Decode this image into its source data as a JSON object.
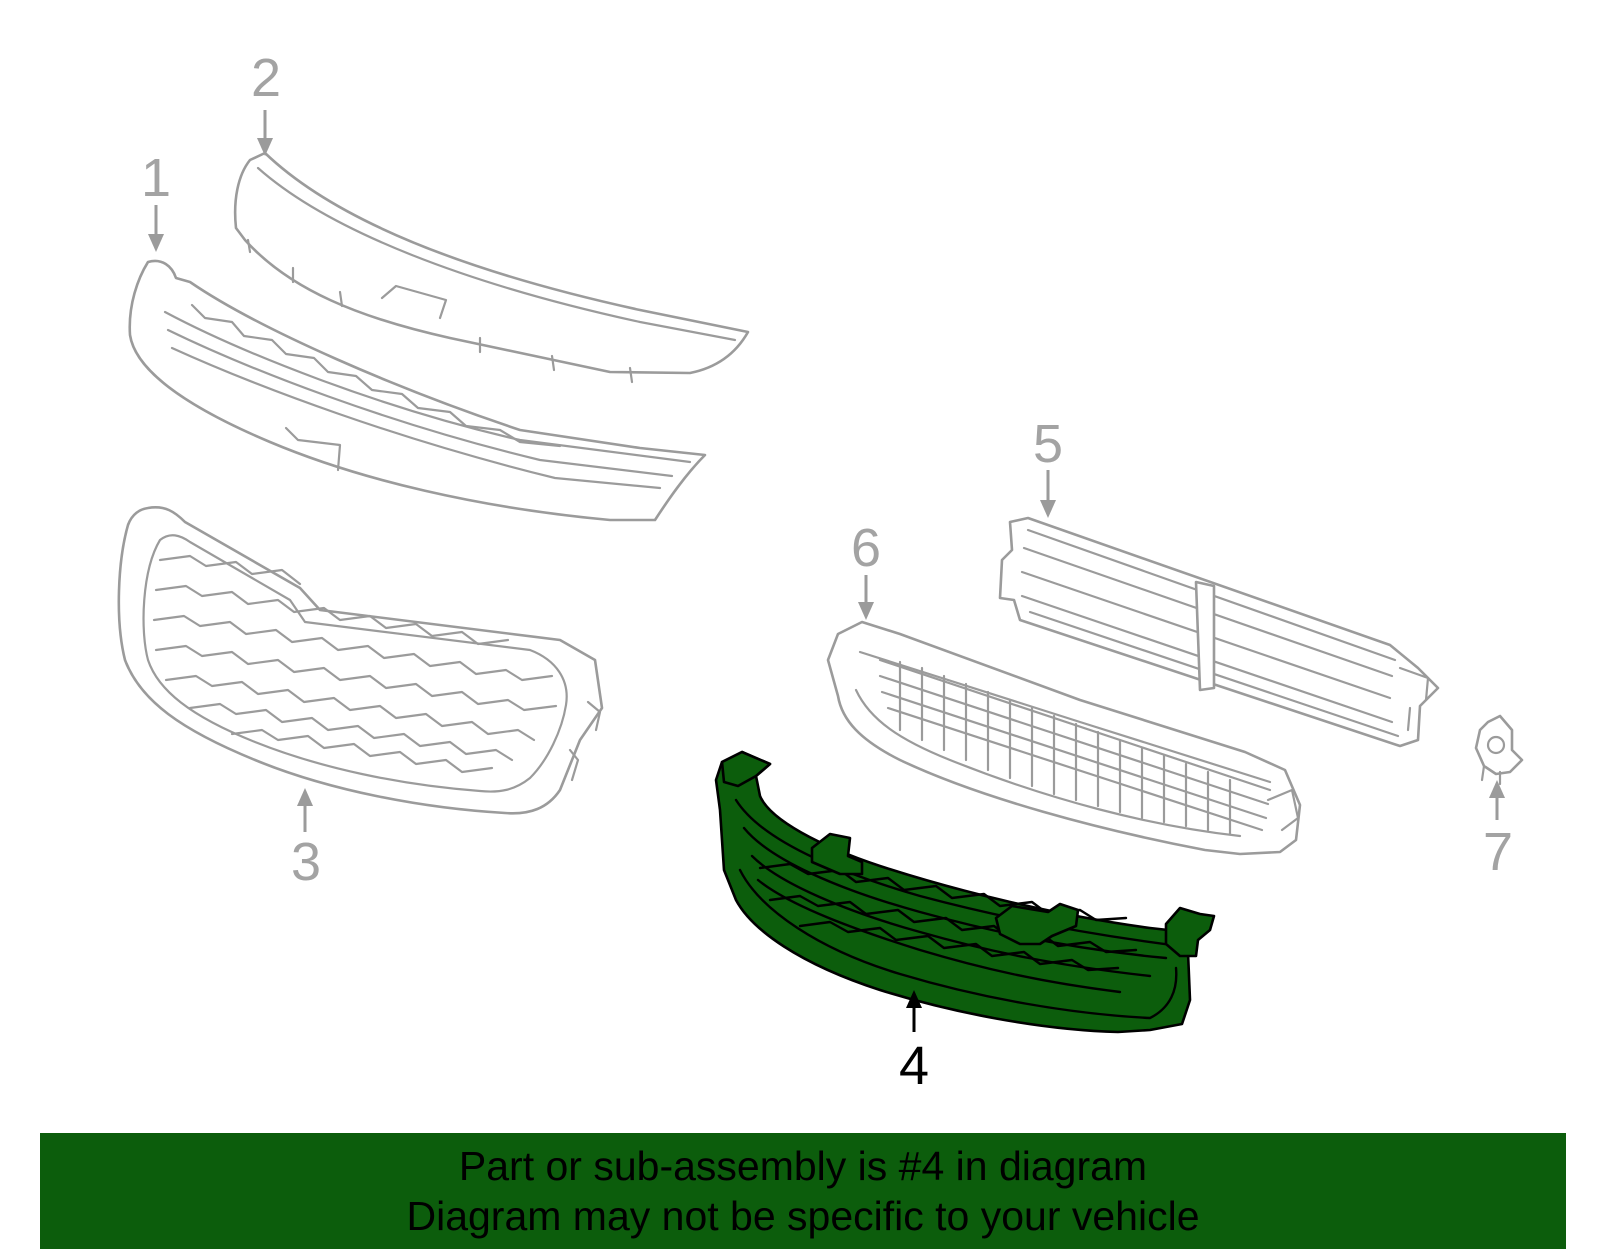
{
  "diagram": {
    "callouts": [
      {
        "id": "1",
        "label": "1",
        "highlighted": false
      },
      {
        "id": "2",
        "label": "2",
        "highlighted": false
      },
      {
        "id": "3",
        "label": "3",
        "highlighted": false
      },
      {
        "id": "4",
        "label": "4",
        "highlighted": true
      },
      {
        "id": "5",
        "label": "5",
        "highlighted": false
      },
      {
        "id": "6",
        "label": "6",
        "highlighted": false
      },
      {
        "id": "7",
        "label": "7",
        "highlighted": false
      }
    ],
    "colors": {
      "highlight": "#0c5d0c",
      "ghost_stroke": "#9b9b9b",
      "active_label": "#000000",
      "inactive_label": "#a3a3a3"
    }
  },
  "banner": {
    "line1": "Part or sub-assembly is #4 in diagram",
    "line2": "Diagram may not be specific to your vehicle"
  }
}
